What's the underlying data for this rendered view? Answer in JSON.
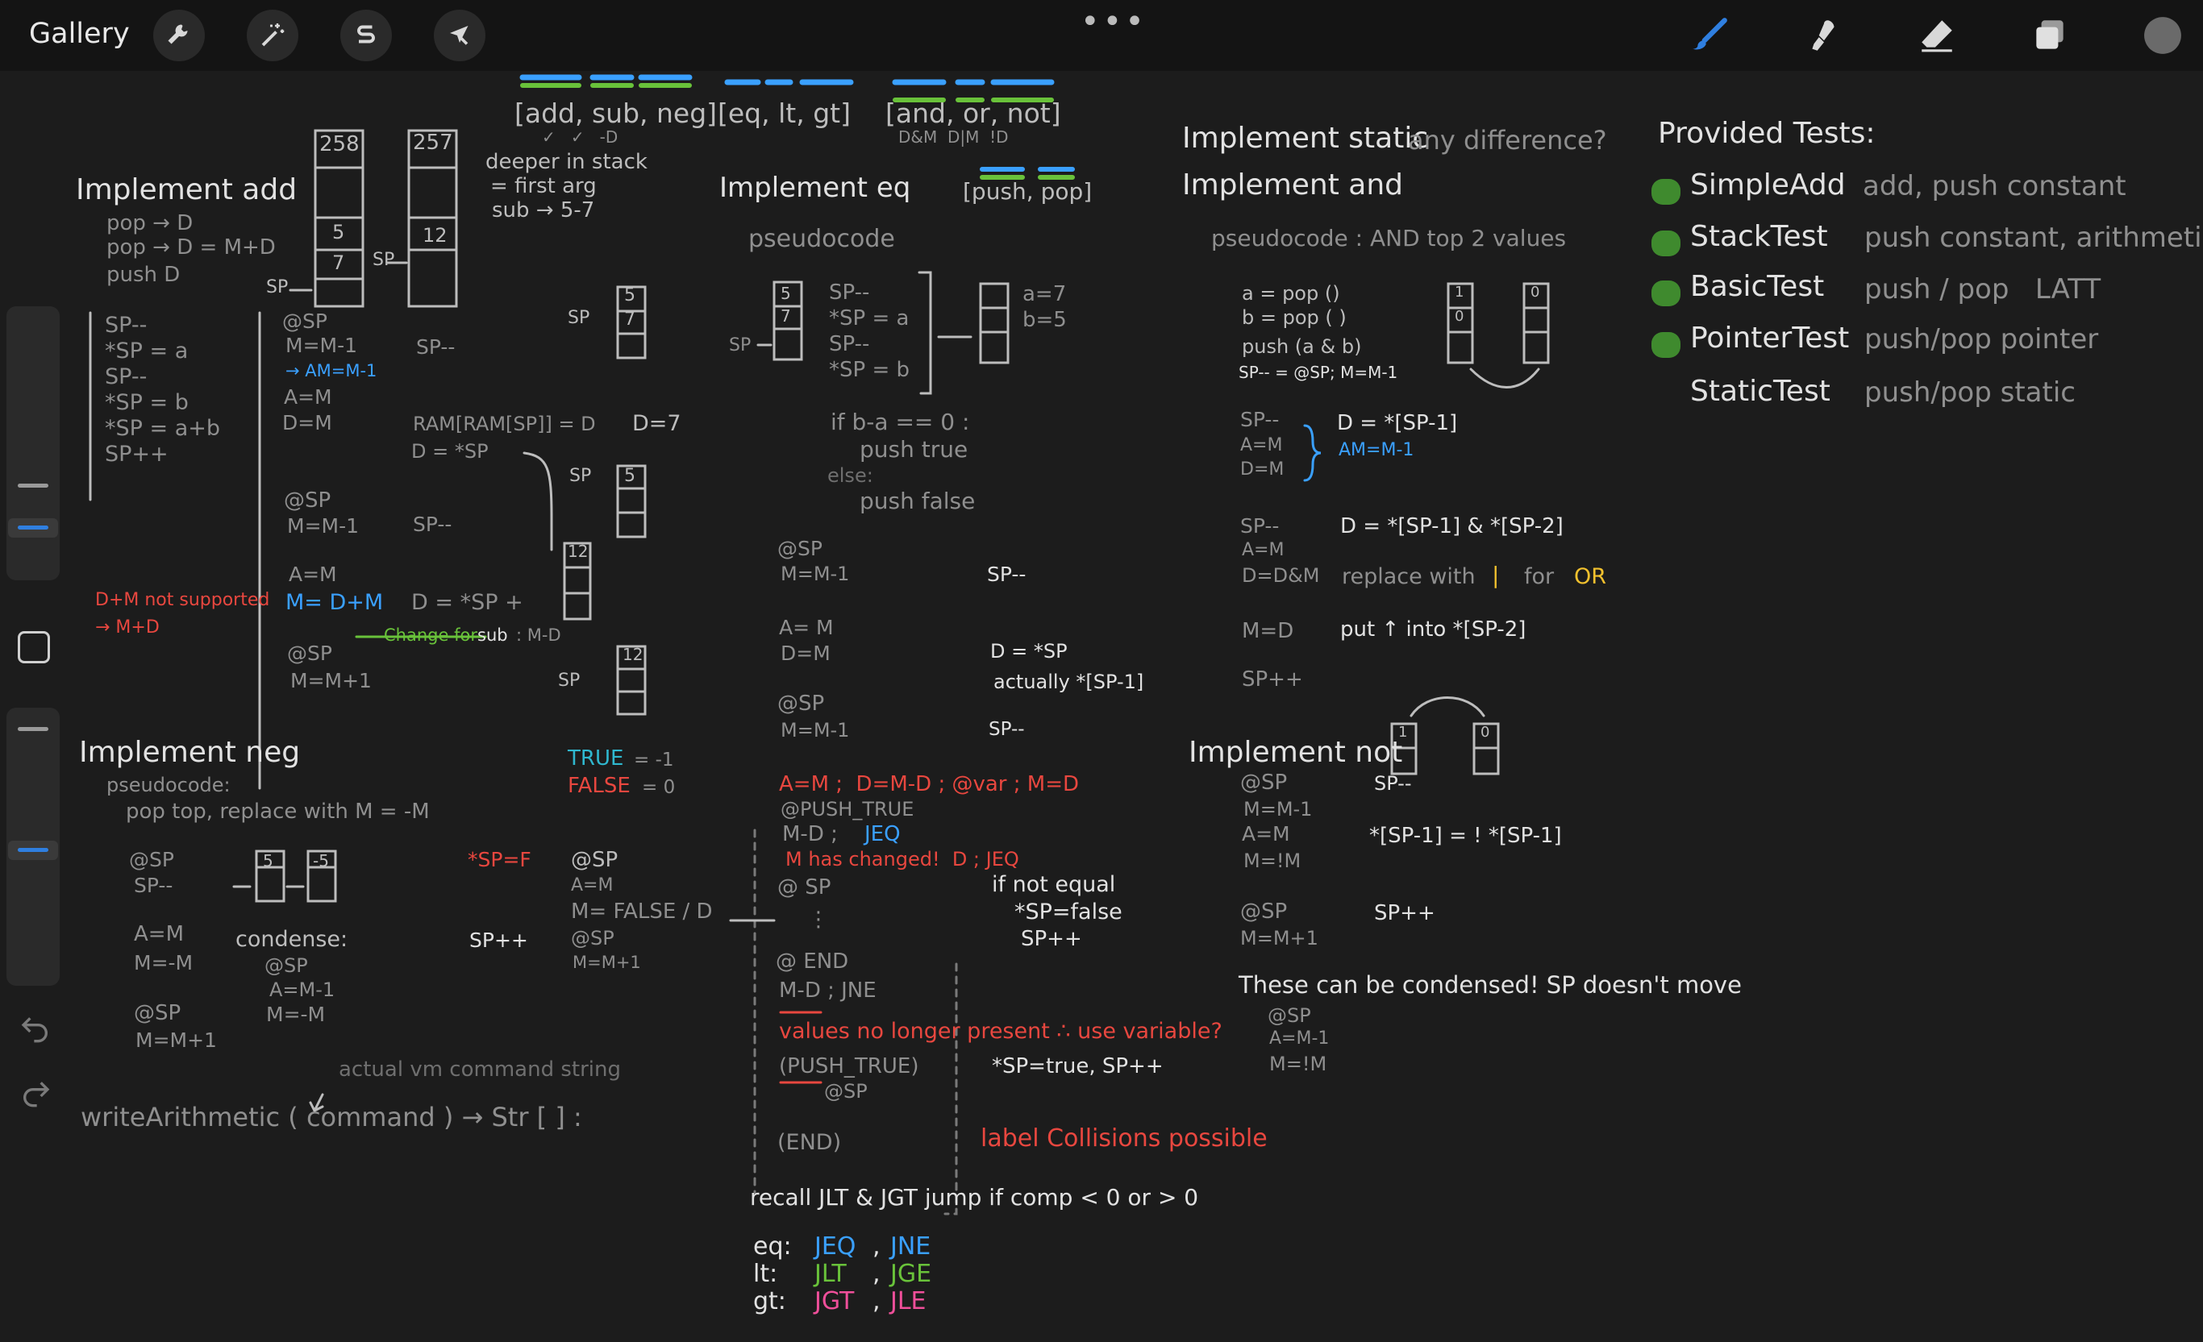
{
  "toolbar": {
    "gallery_label": "Gallery",
    "left_tools": [
      "wrench-icon",
      "magic-wand-icon",
      "selection-s-icon",
      "arrow-cursor-icon"
    ],
    "right_tools": [
      "brush-icon",
      "smudge-icon",
      "eraser-icon",
      "layers-icon",
      "color-swatch-icon"
    ],
    "more_label": "•••",
    "accent_color": "#2f7fe0",
    "active_color": "#6a6a6a"
  },
  "notes": {
    "top_ops": {
      "group1": "[add, sub, neg]",
      "group1_marks": "✓   ✓   -D",
      "group2": "[eq, lt, gt]",
      "group3": "[and, or, not]",
      "group3_marks": "D&M  D|M  !D",
      "group4": "[push, pop]"
    },
    "add": {
      "title": "Implement add",
      "lines": [
        "pop → D",
        "pop → D = M+D",
        "push D"
      ],
      "stack_top1": "258",
      "stack_top2": "257",
      "stack_mid1": "5",
      "stack_mid2": "7",
      "stack_mid3": "12",
      "deeper_1": "deeper in stack",
      "deeper_2": "= first arg",
      "deeper_3": "sub → 5-7",
      "sp": "SP",
      "pseudo": [
        "SP--",
        "*SP = a",
        "SP--",
        "*SP = b",
        "*SP = a+b",
        "SP++"
      ],
      "asm1": [
        "@SP",
        "M=M-1"
      ],
      "asm1_note": "→ AM=M-1",
      "asm1_sp": "SP--",
      "asm2": [
        "A=M",
        "D=M"
      ],
      "ram": "RAM[RAM[SP]] = D",
      "d7": "D=7",
      "dsp": "D = *SP",
      "asm3": [
        "@SP",
        "M=M-1"
      ],
      "asm3_sp": "SP--",
      "asm4": [
        "A=M"
      ],
      "asm4b": "M= D+M",
      "asm4c": "D = *SP +",
      "change_for": "Change for",
      "sub": "sub",
      "md": ": M-D",
      "asm5": [
        "@SP",
        "M=M+1"
      ],
      "dm_note1": "D+M not supported",
      "dm_note2": "→ M+D",
      "sbox1": [
        "5",
        "7"
      ],
      "sbox2": [
        "5"
      ],
      "sbox3": [
        "12"
      ],
      "sbox4": [
        "12"
      ]
    },
    "neg": {
      "title": "Implement neg",
      "pseudo_label": "pseudocode:",
      "pseudo": "pop top, replace with M = -M",
      "asm": [
        "@SP",
        "SP--",
        "A=M",
        "M=-M",
        "@SP",
        "M=M+1"
      ],
      "box_a": "5",
      "box_b": "-5",
      "condense": "condense:",
      "condensed": [
        "@SP",
        "A=M-1",
        "M=-M"
      ],
      "spf": "*SP=F",
      "spf2": "SP++",
      "true_label": "TRUE",
      "true_val": "= -1",
      "false_label": "FALSE",
      "false_val": "= 0",
      "asm_right": [
        "@SP",
        "A=M",
        "M= FALSE / D",
        "@SP",
        "M=M+1"
      ]
    },
    "write": {
      "label": "writeArithmetic ( command ) → Str [ ] :",
      "actual": "actual vm command string"
    },
    "eq": {
      "title": "Implement eq",
      "pseudo_label": "pseudocode",
      "box1": [
        "5",
        "7"
      ],
      "box2": [
        "",
        ""
      ],
      "side": [
        "SP--",
        "*SP = a",
        "SP--",
        "*SP = b"
      ],
      "ab": [
        "a=7",
        "b=5"
      ],
      "ifline": "if b-a == 0 :",
      "push_true": "push true",
      "else_": "else:",
      "push_false": "push false",
      "asm": [
        "@SP",
        "M=M-1",
        "A= M",
        "D=M",
        "@SP",
        "M=M-1"
      ],
      "sp1": "SP--",
      "dsp": "D = *SP",
      "actually": "actually *[SP-1]",
      "sp2": "SP--",
      "red_line": "A=M ;  D=M-D ; @var ; M=D",
      "push_true_label": "@PUSH_TRUE",
      "md_jeq_a": "M-D ;",
      "md_jeq_b": "JEQ",
      "changed": "M has changed!  D ; JEQ",
      "atsp": "@ SP",
      "vdots": "⋮",
      "not_equal": "if not equal",
      "sp_false": "*SP=false",
      "sp_pp": "SP++",
      "at_end": "@ END",
      "md_jne": "M-D ; JNE",
      "values_note": "values no longer present ∴ use variable?",
      "push_true_def": "(PUSH_TRUE)",
      "atsp2": "@SP",
      "true_line": "*SP=true, SP++",
      "end_def": "(END)",
      "collision": "label Collisions possible",
      "recall": "recall JLT & JGT jump if comp < 0 or > 0",
      "rows": [
        {
          "op": "eq:",
          "a": "JEQ",
          "b": "JNE"
        },
        {
          "op": "lt:",
          "a": "JLT",
          "b": "JGE"
        },
        {
          "op": "gt:",
          "a": "JGT",
          "b": "JLE"
        }
      ]
    },
    "and": {
      "title_static": "Implement static",
      "any_diff": "any difference?",
      "title_and": "Implement and",
      "pseudo": "pseudocode : AND top 2 values",
      "lines": [
        "a = pop ()",
        "b = pop ( )",
        "push (a & b)"
      ],
      "spline": "SP-- = @SP; M=M-1",
      "box1": [
        "1",
        "0"
      ],
      "box2": [
        "0"
      ],
      "asm1": [
        "SP--",
        "A=M",
        "D=M"
      ],
      "d1": "D = *[SP-1]",
      "am": "AM=M-1",
      "asm2": [
        "SP--",
        "A=M",
        "D=D&M"
      ],
      "d2": "D = *[SP-1] & *[SP-2]",
      "replace": "replace with",
      "bar": "|",
      "for_": "for",
      "or_": "OR",
      "md": "M=D",
      "put": "put ↑ into *[SP-2]",
      "sppp": "SP++"
    },
    "not": {
      "title": "Implement not",
      "box1": [
        "1"
      ],
      "box2": [
        "0"
      ],
      "asm": [
        "@SP",
        "M=M-1",
        "A=M",
        "M=!M",
        "@SP",
        "M=M+1"
      ],
      "sp": "SP--",
      "eqn": "*[SP-1] = ! *[SP-1]",
      "sppp": "SP++",
      "condensed_note": "These can be condensed! SP doesn't move",
      "condensed": [
        "@SP",
        "A=M-1",
        "M=!M"
      ]
    },
    "tests": {
      "title": "Provided Tests:",
      "items": [
        {
          "name": "SimpleAdd",
          "desc": "add, push constant",
          "done": true
        },
        {
          "name": "StackTest",
          "desc": "push constant, arithmetic",
          "done": true
        },
        {
          "name": "BasicTest",
          "desc": "push / pop   LATT",
          "done": true
        },
        {
          "name": "PointerTest",
          "desc": "push/pop pointer",
          "done": true
        },
        {
          "name": "StaticTest",
          "desc": "push/pop static",
          "done": false
        }
      ],
      "done_color": "#3f8a2e"
    }
  }
}
